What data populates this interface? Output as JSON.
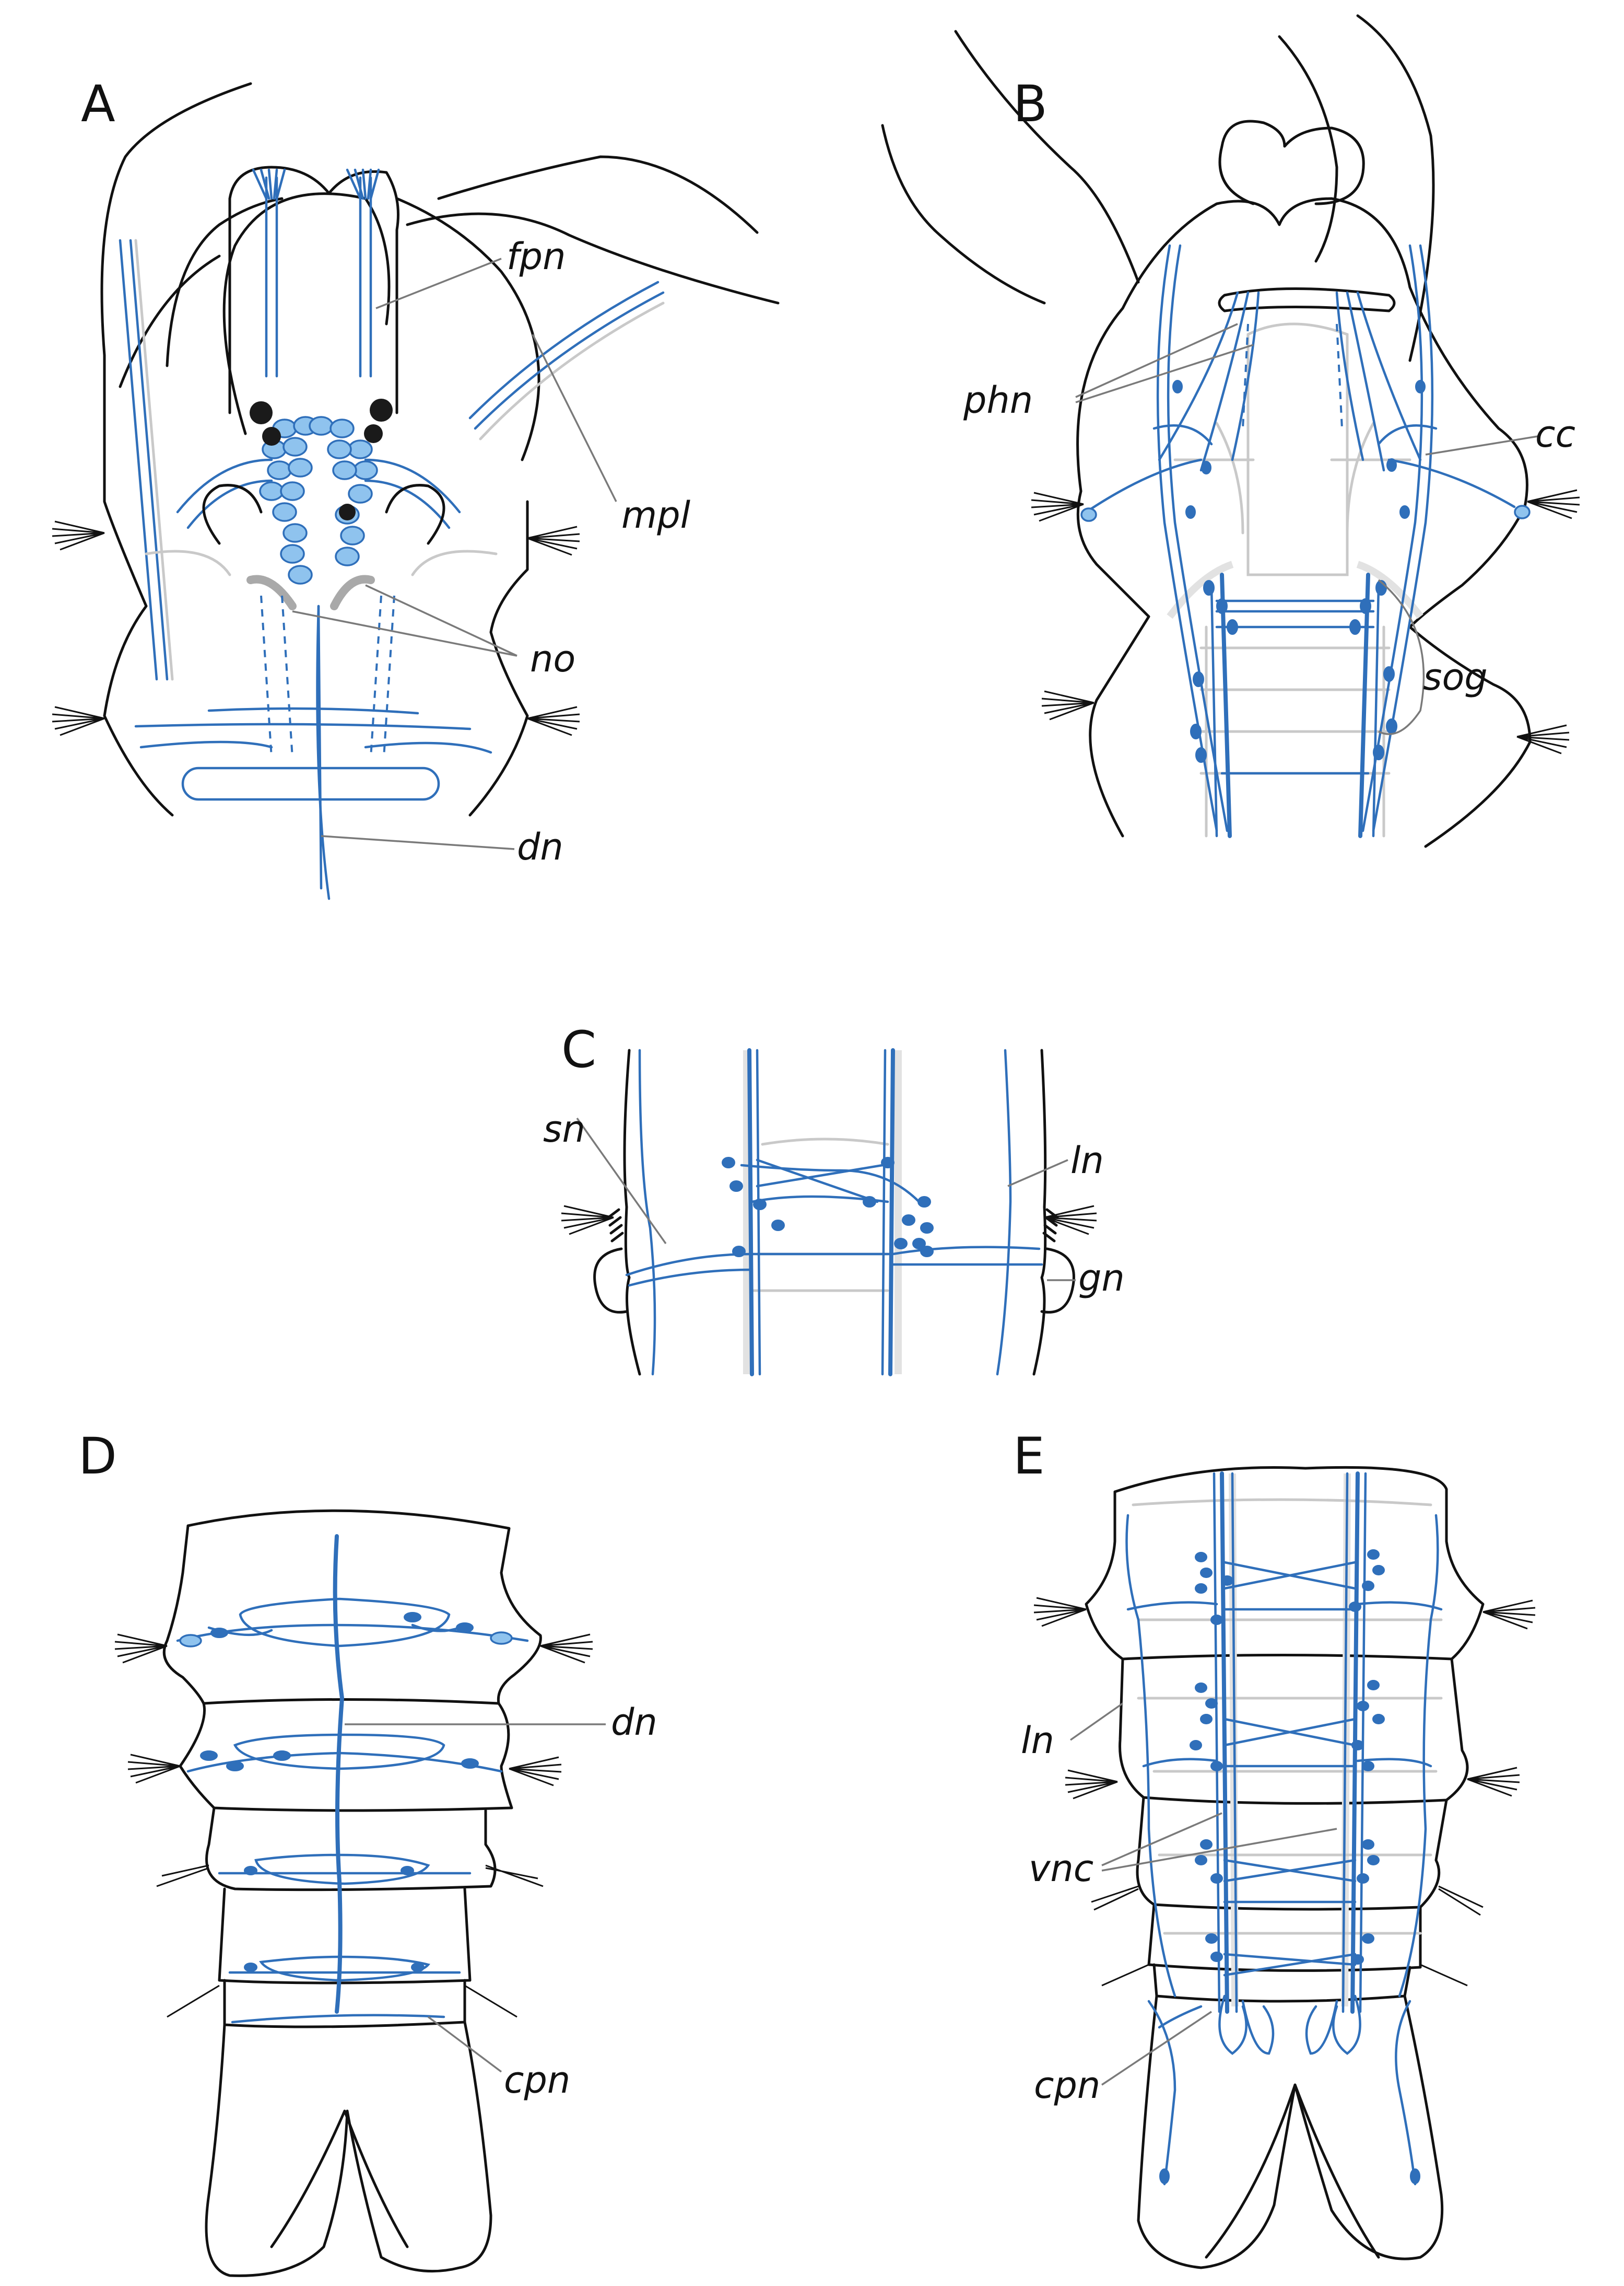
{
  "panels": {
    "A": {
      "letter": "A",
      "labels": {
        "fpn": "fpn",
        "mpl": "mpl",
        "no": "no",
        "dn": "dn"
      }
    },
    "B": {
      "letter": "B",
      "labels": {
        "phn": "phn",
        "cc": "cc",
        "sog": "sog"
      }
    },
    "C": {
      "letter": "C",
      "labels": {
        "sn": "sn",
        "ln": "ln",
        "gn": "gn"
      }
    },
    "D": {
      "letter": "D",
      "labels": {
        "dn": "dn",
        "cpn": "cpn"
      }
    },
    "E": {
      "letter": "E",
      "labels": {
        "ln": "ln",
        "vnc": "vnc",
        "cpn": "cpn"
      }
    }
  },
  "colors": {
    "nerve": "#2f6fba",
    "neuron_cell": "#8fc3ee",
    "outline": "#111111",
    "background_structure": "#c9c9c9",
    "eye": "#1a1a1a",
    "leader_line": "#7a7a7a"
  }
}
